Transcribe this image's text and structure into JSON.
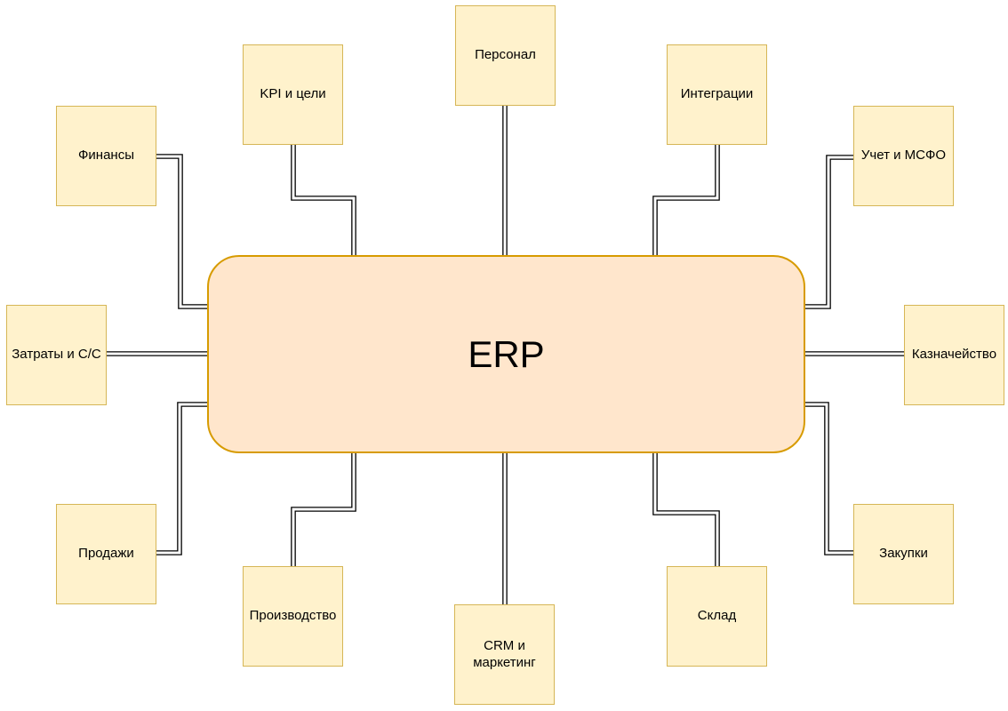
{
  "diagram": {
    "center": {
      "id": "erp",
      "label": "ERP"
    },
    "nodes": [
      {
        "id": "finance",
        "label": "Финансы"
      },
      {
        "id": "kpi",
        "label": "KPI и цели"
      },
      {
        "id": "personnel",
        "label": "Персонал"
      },
      {
        "id": "integrations",
        "label": "Интеграции"
      },
      {
        "id": "accounting",
        "label": "Учет и МСФО"
      },
      {
        "id": "costs",
        "label": "Затраты и С/С"
      },
      {
        "id": "treasury",
        "label": "Казначейство"
      },
      {
        "id": "sales",
        "label": "Продажи"
      },
      {
        "id": "production",
        "label": "Производство"
      },
      {
        "id": "crm",
        "label": "CRM и маркетинг"
      },
      {
        "id": "warehouse",
        "label": "Склад"
      },
      {
        "id": "procurement",
        "label": "Закупки"
      }
    ],
    "colors": {
      "canvas_background": "#FFFFFF",
      "node_fill": "#FFF2CC",
      "node_border": "#D6B656",
      "center_fill": "#FFE6CC",
      "center_border": "#D79B00",
      "connector": "#000000",
      "text": "#000000"
    }
  }
}
